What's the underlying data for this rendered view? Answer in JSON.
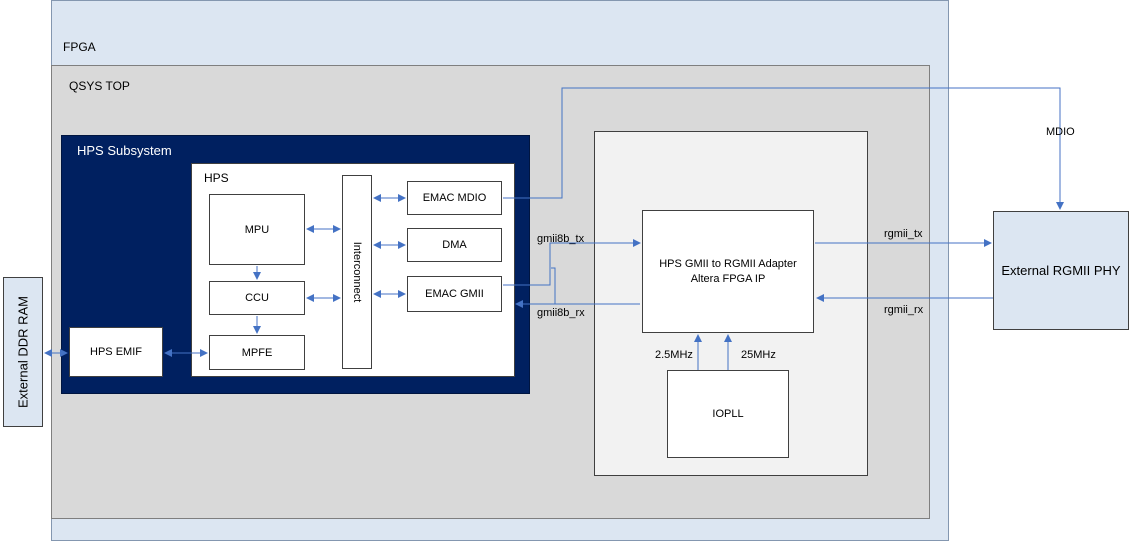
{
  "containers": {
    "fpga": "FPGA",
    "qsys_top": "QSYS TOP",
    "hps_subsystem": "HPS Subsystem",
    "hps": "HPS"
  },
  "blocks": {
    "mpu": "MPU",
    "ccu": "CCU",
    "mpfe": "MPFE",
    "hps_emif": "HPS EMIF",
    "interconnect": "Interconnect",
    "emac_mdio": "EMAC MDIO",
    "dma": "DMA",
    "emac_gmii": "EMAC GMII",
    "adapter_line1": "HPS GMII to RGMII Adapter",
    "adapter_line2": "Altera FPGA IP",
    "iopll": "IOPLL",
    "external_ddr": "External DDR RAM",
    "external_phy": "External RGMII PHY"
  },
  "signals": {
    "gmii_tx": "gmii8b_tx",
    "gmii_rx": "gmii8b_rx",
    "rgmii_tx": "rgmii_tx",
    "rgmii_rx": "rgmii_rx",
    "mdio": "MDIO",
    "clk_2_5": "2.5MHz",
    "clk_25": "25MHz"
  },
  "colors": {
    "fpga_bg": "#dce6f2",
    "qsys_bg": "#d9d9d9",
    "hps_subsystem_bg": "#002060",
    "adapter_group_bg": "#f2f2f2",
    "external_bg": "#dce6f2",
    "arrow": "#4472c4"
  }
}
